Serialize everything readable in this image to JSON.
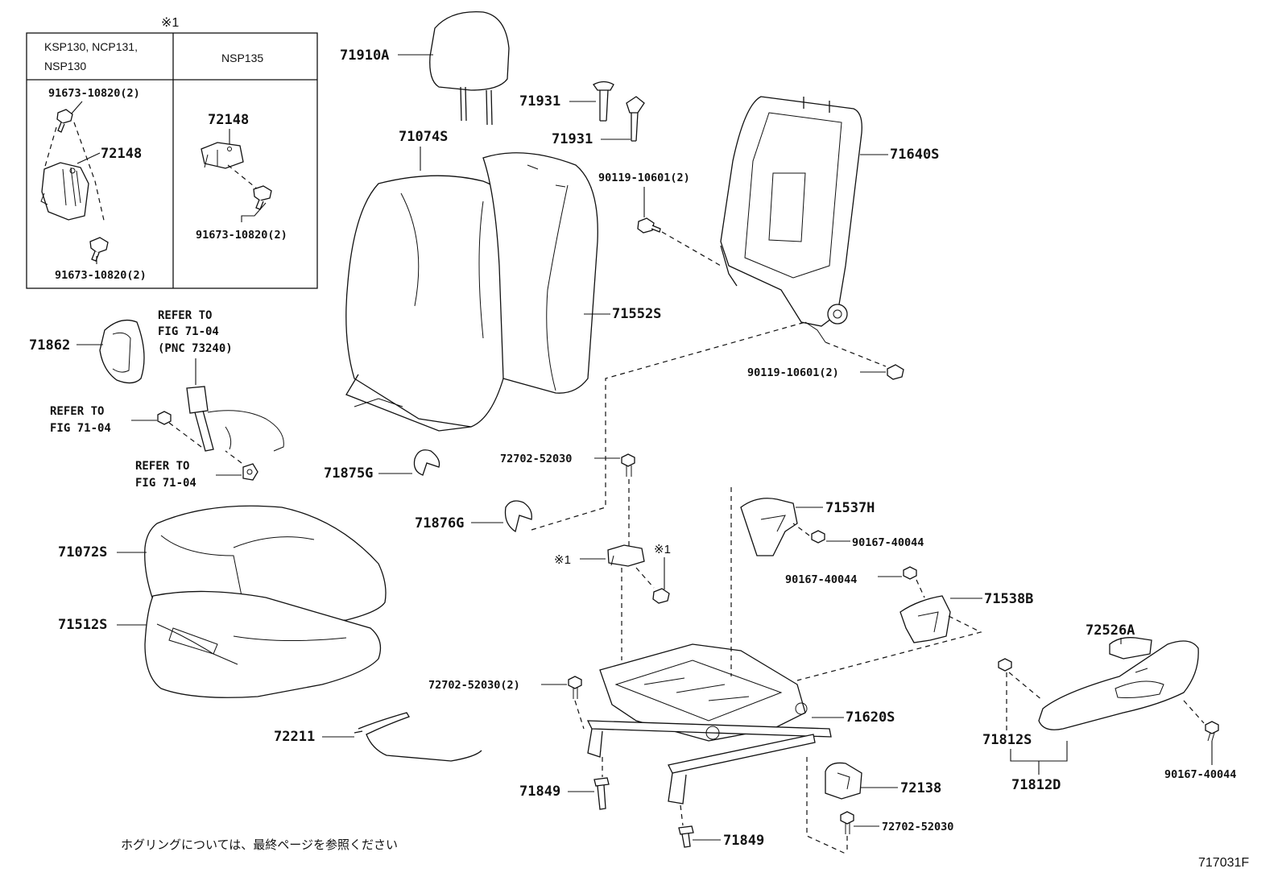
{
  "inset": {
    "marker": "※1",
    "col1_header_line1": "KSP130, NCP131,",
    "col1_header_line2": "NSP130",
    "col2_header": "NSP135",
    "col1_bolt_top": "91673-10820(2)",
    "col1_bracket": "72148",
    "col1_bolt_bottom": "91673-10820(2)",
    "col2_bracket": "72148",
    "col2_bolt": "91673-10820(2)"
  },
  "labels": {
    "headrest": "71910A",
    "headrest_guide_1": "71931",
    "headrest_guide_2": "71931",
    "back_cover": "71074S",
    "back_pad": "71552S",
    "back_frame": "71640S",
    "bolt_back_upper": "90119-10601(2)",
    "bolt_back_lower": "90119-10601(2)",
    "side_shield": "71862",
    "refer1_line1": "REFER TO",
    "refer1_line2": "FIG 71-04",
    "refer1_line3": "(PNC 73240)",
    "refer2_line1": "REFER TO",
    "refer2_line2": "FIG 71-04",
    "refer3_line1": "REFER TO",
    "refer3_line2": "FIG 71-04",
    "hog_ring_g": "71875G",
    "clip_g": "71876G",
    "screw_top": "72702-52030",
    "cushion_cover": "71072S",
    "cushion_pad": "71512S",
    "wire": "72211",
    "cover_h": "71537H",
    "screw_h": "90167-40044",
    "screw_b": "90167-40044",
    "cover_b": "71538B",
    "knob": "72526A",
    "marker_left": "※1",
    "marker_right": "※1",
    "screw_adjuster": "72702-52030(2)",
    "adjuster": "71620S",
    "cap_left": "71849",
    "cap_bottom": "71849",
    "cover_inner": "72138",
    "screw_bottom": "72702-52030",
    "shield_s": "71812S",
    "shield_d": "71812D",
    "screw_shield": "90167-40044"
  },
  "footer": {
    "note": "ホグリングについては、最終ページを参照ください",
    "figure_code": "717031F"
  }
}
